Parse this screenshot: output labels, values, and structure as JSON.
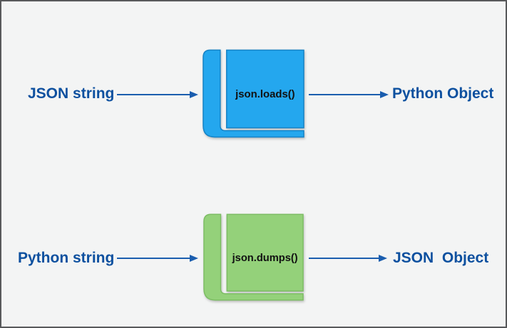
{
  "canvas": {
    "bg": "#f3f4f4",
    "border_color": "#58595b"
  },
  "colors": {
    "label_text": "#0d509f",
    "arrow": "#1a5dae",
    "book_text": "#111111"
  },
  "rows": [
    {
      "input_label": "JSON string",
      "function_label": "json.loads()",
      "output_label": "Python Object",
      "book_fill": "#24a7ee",
      "book_stroke": "#1583c6"
    },
    {
      "input_label": "Python string",
      "function_label": "json.dumps()",
      "output_label": "JSON  Object",
      "book_fill": "#94d17a",
      "book_stroke": "#7cbd63"
    }
  ]
}
